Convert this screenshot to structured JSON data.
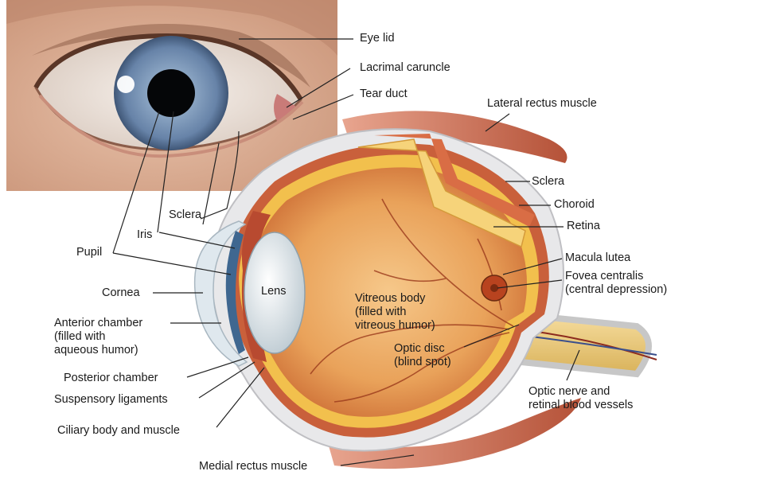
{
  "labels": {
    "eye_lid": "Eye lid",
    "lacrimal_caruncle": "Lacrimal caruncle",
    "tear_duct": "Tear duct",
    "lateral_rectus_muscle": "Lateral rectus muscle",
    "sclera_outer": "Sclera",
    "choroid": "Choroid",
    "retina": "Retina",
    "macula_lutea": "Macula lutea",
    "fovea_centralis": "Fovea centralis\n(central depression)",
    "sclera_front": "Sclera",
    "iris": "Iris",
    "pupil": "Pupil",
    "cornea": "Cornea",
    "lens": "Lens",
    "anterior_chamber": "Anterior chamber\n(filled with\naqueous humor)",
    "posterior_chamber": "Posterior chamber",
    "suspensory_ligaments": "Suspensory ligaments",
    "ciliary_body": "Ciliary body and muscle",
    "medial_rectus_muscle": "Medial rectus muscle",
    "vitreous_body": "Vitreous body\n(filled with\nvitreous humor)",
    "optic_disc": "Optic disc\n(blind spot)",
    "optic_nerve": "Optic nerve and\nretinal blood vessels"
  },
  "colors": {
    "skin": "#d9ad92",
    "iris": "#6f8fb1",
    "muscle": "#c0644a",
    "vitreous": "#e59b4c",
    "retina": "#f3c34f",
    "leader": "#222222"
  }
}
